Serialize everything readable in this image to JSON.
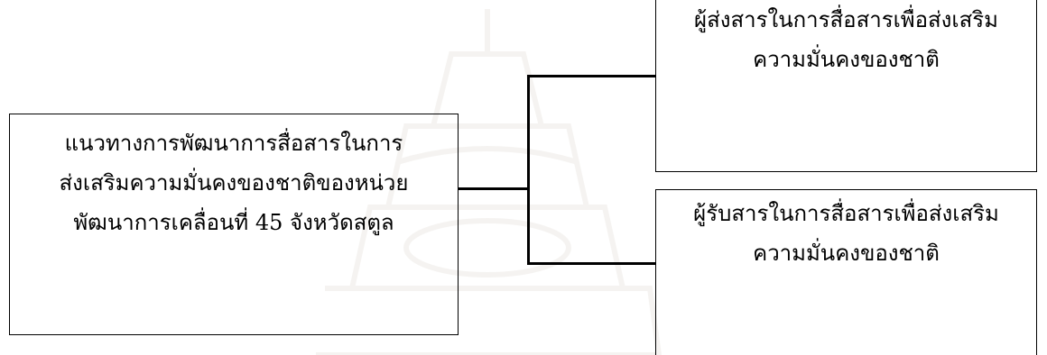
{
  "left_box": {
    "lines": [
      "แนวทางการพัฒนาการสื่อสารในการ",
      "ส่งเสริมความมั่นคงของชาติของหน่วย",
      "พัฒนาการเคลื่อนที่ 45 จังหวัดสตูล"
    ]
  },
  "right_boxes": [
    {
      "lines": [
        "ผู้ส่งสารในการสื่อสารเพื่อส่งเสริม",
        "ความมั่นคงของชาติ"
      ]
    },
    {
      "lines": [
        "ผู้รับสารในการสื่อสารเพื่อส่งเสริม",
        "ความมั่นคงของชาติ"
      ]
    }
  ],
  "colors": {
    "line": "#000000",
    "background": "#ffffff",
    "watermark": "#7a6a4a"
  }
}
